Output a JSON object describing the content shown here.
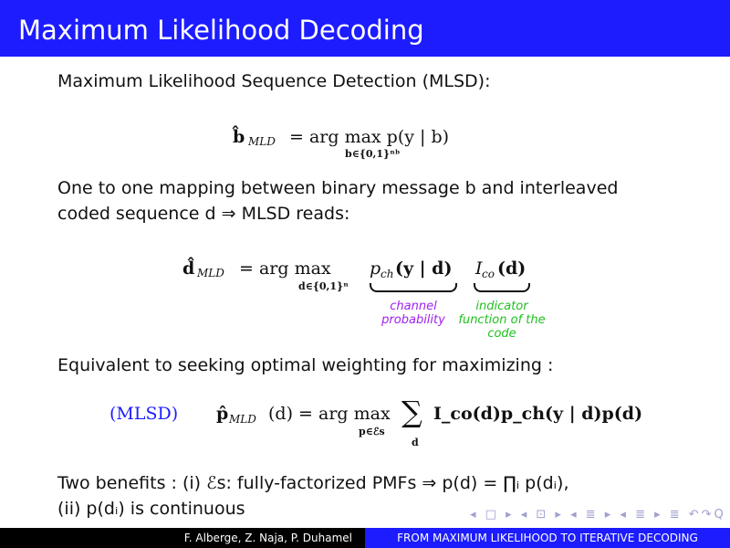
{
  "title": "Maximum Likelihood Decoding",
  "line1": "Maximum Likelihood Sequence Detection (MLSD):",
  "eq1": {
    "lhs": "b̂",
    "lhs_sub": "MLD",
    "rhs": "= arg max p(y | b)",
    "limit": "b∈{0,1}ⁿᵇ"
  },
  "line2": "One to one mapping between binary message b and interleaved",
  "line3": "coded sequence d ⇒ MLSD reads:",
  "eq2": {
    "lhs": "d̂",
    "lhs_sub": "MLD",
    "op": "= arg max",
    "limit": "d∈{0,1}ⁿ",
    "term1": "p",
    "term1_sub": "ch",
    "term1_arg": "(y | d)",
    "term2": "I",
    "term2_sub": "co",
    "term2_arg": "(d)",
    "note1": "channel probability",
    "note2": "indicator function of the code"
  },
  "line4": "Equivalent to seeking optimal weighting for maximizing :",
  "eq3": {
    "label": "(MLSD)",
    "lhs": "p̂",
    "lhs_sub": "MLD",
    "lhs_arg": "(d) = arg max",
    "limit": "p∈ℰs",
    "sum": "∑",
    "sum_limit": "d",
    "body": "I_co(d)p_ch(y | d)p(d)"
  },
  "line5": "Two benefits : (i) ℰs: fully-factorized PMFs ⇒ p(d) = ∏ᵢ p(dᵢ),",
  "line6": "(ii) p(dᵢ) is continuous",
  "nav": "◂ □ ▸ ◂ ⊡ ▸ ◂ ≣ ▸ ◂ ≣ ▸  ≣  ↶↷Q",
  "footer": {
    "authors": "F. Alberge, Z. Naja, P. Duhamel",
    "talk_title": "FROM MAXIMUM LIKELIHOOD TO ITERATIVE DECODING"
  },
  "colors": {
    "bar": "#1c1cff",
    "purple": "#a020f0",
    "green": "#20c020"
  }
}
